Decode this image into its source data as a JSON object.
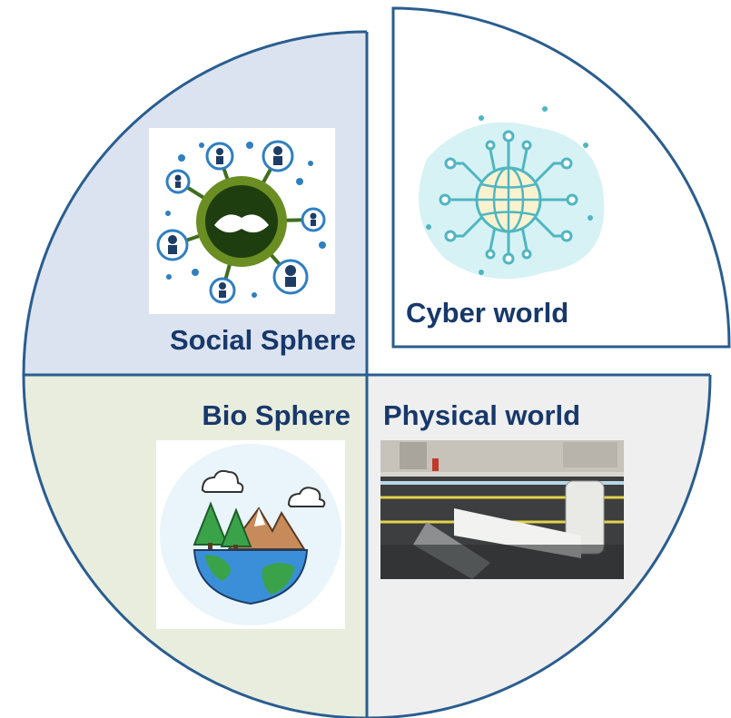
{
  "colors": {
    "outline": "#2a5d8f",
    "social_fill": "#dbe3f0",
    "bio_fill": "#e9edde",
    "physical_fill": "#efefef",
    "cyber_fill": "#ffffff",
    "label_color": "#17386b"
  },
  "quadrants": {
    "social": {
      "label": "Social Sphere",
      "icon": "social-network-handshake-icon"
    },
    "cyber": {
      "label": "Cyber world",
      "icon": "globe-circuit-icon"
    },
    "bio": {
      "label": "Bio Sphere",
      "icon": "earth-trees-mountains-icon"
    },
    "physical": {
      "label": "Physical world",
      "icon": "underground-pipes-street-image"
    }
  }
}
